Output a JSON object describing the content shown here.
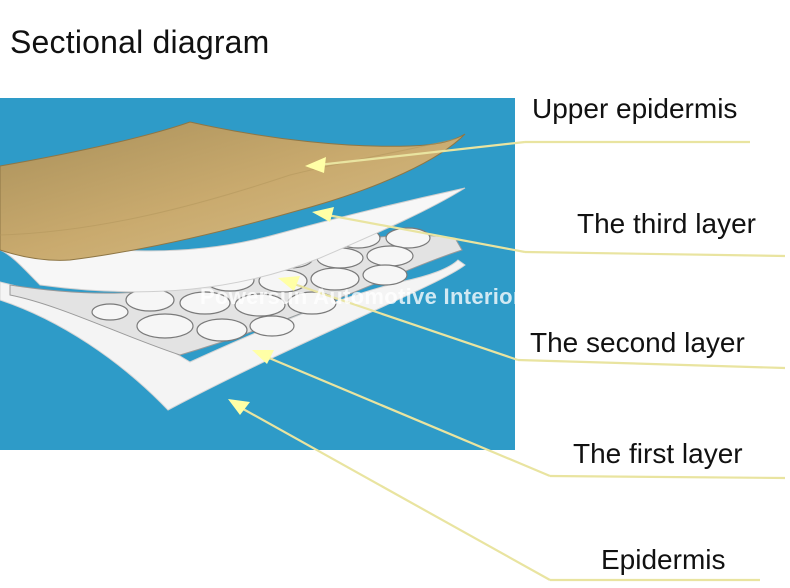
{
  "title": "Sectional diagram",
  "labels": {
    "upper_epidermis": "Upper epidermis",
    "third_layer": "The third layer",
    "second_layer": "The second layer",
    "first_layer": "The first layer",
    "epidermis": "Epidermis"
  },
  "watermark": "Powersun Automotive Interiors",
  "colors": {
    "background_panel": "#2e9bc8",
    "upper_epidermis": "#c9aa6e",
    "white_layers": "#f4f4f4",
    "leader_line": "#e9e4a0"
  }
}
